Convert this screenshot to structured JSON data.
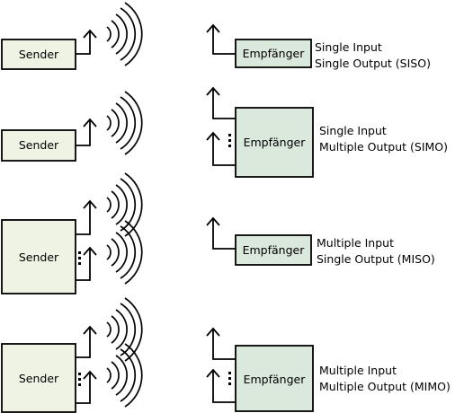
{
  "rows": [
    {
      "id": "siso",
      "sender_label": "Sender",
      "receiver_label": "Empfänger",
      "desc_line1": "Single Input",
      "desc_line2": "Single Output (SISO)"
    },
    {
      "id": "simo",
      "sender_label": "Sender",
      "receiver_label": "Empfänger",
      "desc_line1": "Single Input",
      "desc_line2": "Multiple Output (SIMO)"
    },
    {
      "id": "miso",
      "sender_label": "Sender",
      "receiver_label": "Empfänger",
      "desc_line1": "Multiple Input",
      "desc_line2": "Single Output (MISO)"
    },
    {
      "id": "mimo",
      "sender_label": "Sender",
      "receiver_label": "Empfänger",
      "desc_line1": "Multiple Input",
      "desc_line2": "Multiple Output (MIMO)"
    }
  ],
  "colors": {
    "box_fill": "#eef3e3",
    "receiver_fill": "#dbe8dc",
    "stroke": "#000000"
  }
}
